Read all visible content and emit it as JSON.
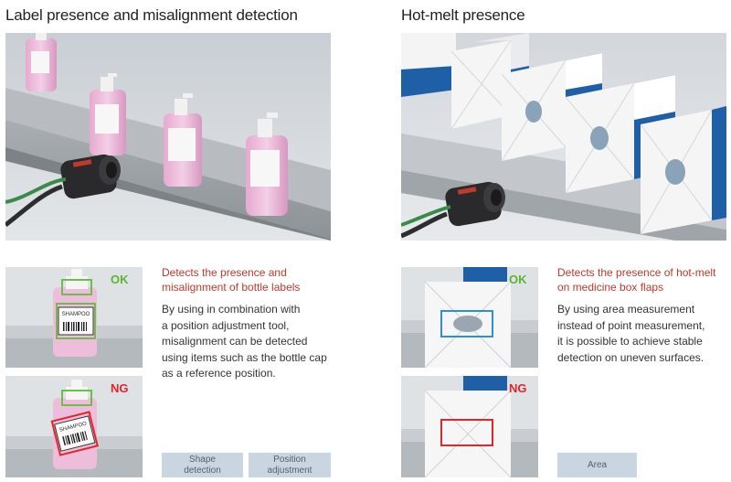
{
  "left": {
    "title": "Label presence and misalignment detection",
    "ok_badge": "OK",
    "ng_badge": "NG",
    "label_text": "SHAMPOO",
    "desc_title_line1": "Detects the presence and",
    "desc_title_line2": "misalignment of bottle labels",
    "desc_lines": [
      "By using in combination with",
      "a position adjustment tool,",
      "misalignment can be detected",
      "using items such as the bottle cap",
      "as a reference position."
    ],
    "tags": [
      {
        "line1": "Shape",
        "line2": "detection"
      },
      {
        "line1": "Position",
        "line2": "adjustment"
      }
    ]
  },
  "right": {
    "title": "Hot-melt presence",
    "ok_badge": "OK",
    "ng_badge": "NG",
    "desc_title_line1": "Detects the presence of hot-melt",
    "desc_title_line2": "on medicine box flaps",
    "desc_lines": [
      "By using area measurement",
      "instead of point measurement,",
      "it is possible to achieve stable",
      "detection on uneven surfaces."
    ],
    "tags": [
      {
        "line1": "Area"
      }
    ]
  },
  "colors": {
    "ok": "#5cb531",
    "ng": "#e0262d",
    "accent_text": "#c0392b",
    "tag_bg": "#c9d6e2",
    "box_blue": "#1f5fa8",
    "bottle_pink": "#e9b4d6"
  }
}
